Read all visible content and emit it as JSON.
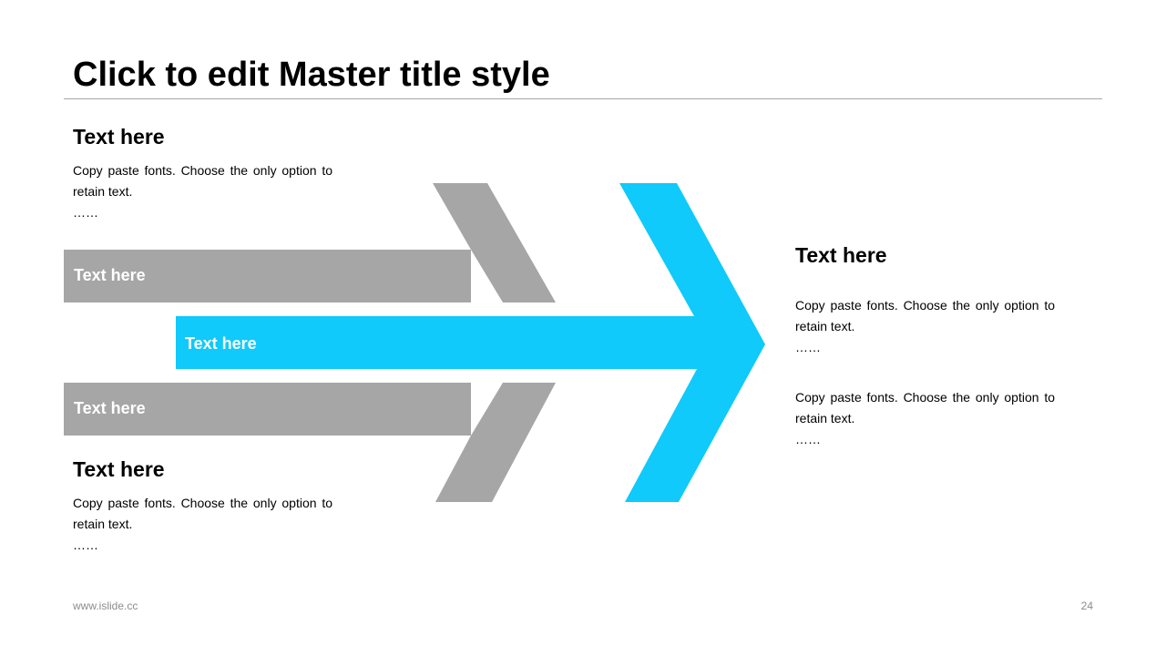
{
  "slide": {
    "title": "Click to edit Master title style",
    "footer_url": "www.islide.cc",
    "page_number": "24"
  },
  "colors": {
    "accent": "#0FCAFB",
    "gray": "#A6A6A6",
    "text": "#000000",
    "footer": "#8C8C8C",
    "rule": "#A6A6A6"
  },
  "blocks": {
    "top_left": {
      "heading": "Text here",
      "body": "Copy paste fonts. Choose the only option to retain text.",
      "ellipsis": "……"
    },
    "bottom_left": {
      "heading": "Text here",
      "body": "Copy paste fonts. Choose the only option to retain text.",
      "ellipsis": "……"
    },
    "right": {
      "heading": "Text here",
      "paragraphs": [
        {
          "body": "Copy paste fonts. Choose the only option to retain text.",
          "ellipsis": "……"
        },
        {
          "body": "Copy paste fonts. Choose the only option to retain text.",
          "ellipsis": "……"
        }
      ]
    }
  },
  "arrows": {
    "upper_band_label": "Text here",
    "middle_band_label": "Text here",
    "lower_band_label": "Text here"
  }
}
